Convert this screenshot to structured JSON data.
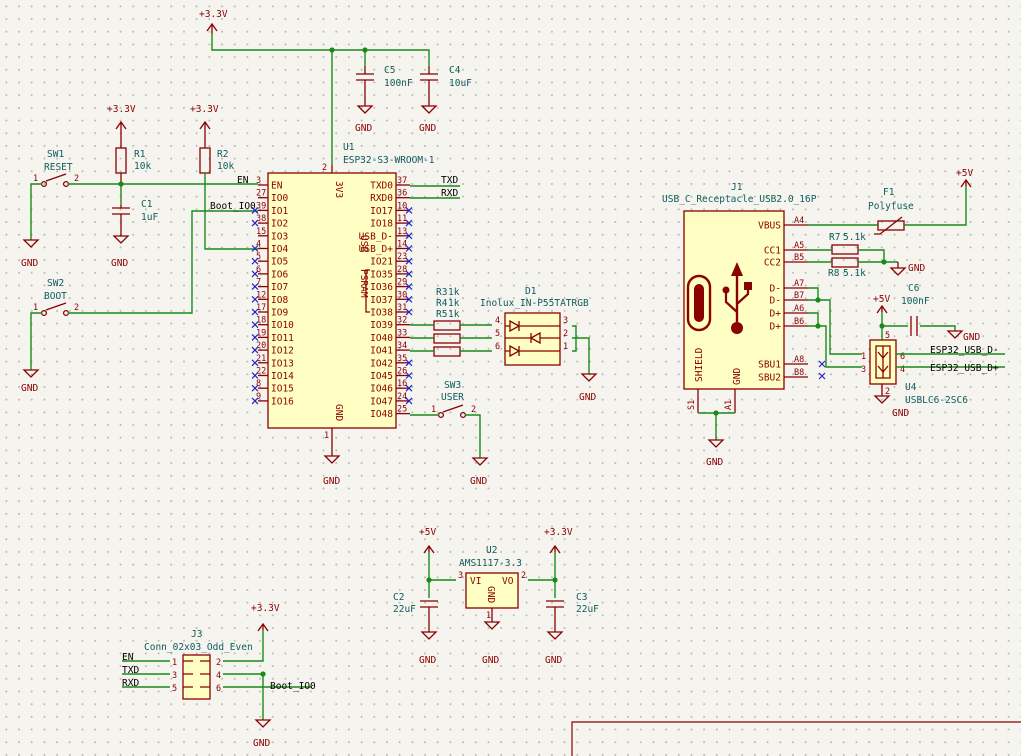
{
  "power": {
    "p33v": "+3.3V",
    "p5v": "+5V",
    "gnd": "GND"
  },
  "u1": {
    "ref": "U1",
    "value": "ESP32-S3-WROOM-1",
    "left_pins": [
      {
        "name": "EN",
        "num": "3"
      },
      {
        "name": "IO0",
        "num": "27"
      },
      {
        "name": "IO1",
        "num": "39"
      },
      {
        "name": "IO2",
        "num": "38"
      },
      {
        "name": "IO3",
        "num": "15"
      },
      {
        "name": "IO4",
        "num": "4"
      },
      {
        "name": "IO5",
        "num": "5"
      },
      {
        "name": "IO6",
        "num": "6"
      },
      {
        "name": "IO7",
        "num": "7"
      },
      {
        "name": "IO8",
        "num": "12"
      },
      {
        "name": "IO9",
        "num": "17"
      },
      {
        "name": "IO10",
        "num": "18"
      },
      {
        "name": "IO11",
        "num": "19"
      },
      {
        "name": "IO12",
        "num": "20"
      },
      {
        "name": "IO13",
        "num": "21"
      },
      {
        "name": "IO14",
        "num": "22"
      },
      {
        "name": "IO15",
        "num": "8"
      },
      {
        "name": "IO16",
        "num": "9"
      }
    ],
    "right_pins": [
      {
        "name": "TXD0",
        "num": "37"
      },
      {
        "name": "RXD0",
        "num": "36"
      },
      {
        "name": "IO17",
        "num": "10"
      },
      {
        "name": "IO18",
        "num": "11"
      },
      {
        "name": "USB_D-",
        "num": "13"
      },
      {
        "name": "USB_D+",
        "num": "14"
      },
      {
        "name": "IO21",
        "num": "23"
      },
      {
        "name": "IO35",
        "num": "28"
      },
      {
        "name": "IO36",
        "num": "29"
      },
      {
        "name": "IO37",
        "num": "30"
      },
      {
        "name": "IO38",
        "num": "31"
      },
      {
        "name": "IO39",
        "num": "32"
      },
      {
        "name": "IO40",
        "num": "33"
      },
      {
        "name": "IO41",
        "num": "34"
      },
      {
        "name": "IO42",
        "num": "35"
      },
      {
        "name": "IO45",
        "num": "26"
      },
      {
        "name": "IO46",
        "num": "16"
      },
      {
        "name": "IO47",
        "num": "24"
      },
      {
        "name": "IO48",
        "num": "25"
      }
    ],
    "top_pin": {
      "name": "3V3",
      "num": "2"
    },
    "bottom_pin": {
      "name": "GND",
      "num": "1"
    },
    "psram": "PSRAM",
    "usb_side": "USB"
  },
  "net_labels": {
    "en": "EN",
    "boot_io0": "Boot_IO0",
    "txd": "TXD",
    "rxd": "RXD",
    "esp_usb_dm": "ESP32_USB_D-",
    "esp_usb_dp": "ESP32_USB_D+"
  },
  "sw1": {
    "ref": "SW1",
    "value": "RESET",
    "p1": "1",
    "p2": "2"
  },
  "sw2": {
    "ref": "SW2",
    "value": "BOOT",
    "p1": "1",
    "p2": "2"
  },
  "sw3": {
    "ref": "SW3",
    "value": "USER",
    "p1": "1",
    "p2": "2"
  },
  "r1": {
    "ref": "R1",
    "value": "10k"
  },
  "r2": {
    "ref": "R2",
    "value": "10k"
  },
  "c1": {
    "ref": "C1",
    "value": "1uF"
  },
  "c5": {
    "ref": "C5",
    "value": "100nF"
  },
  "c4": {
    "ref": "C4",
    "value": "10uF"
  },
  "r3": {
    "ref": "R3",
    "value": "1k"
  },
  "r4": {
    "ref": "R4",
    "value": "1k"
  },
  "r5": {
    "ref": "R5",
    "value": "1k"
  },
  "d1": {
    "ref": "D1",
    "value": "Inolux_IN-P55TATRGB",
    "pins": [
      "4",
      "5",
      "6",
      "3",
      "2",
      "1"
    ]
  },
  "j1": {
    "ref": "J1",
    "value": "USB_C_Receptacle_USB2.0_16P",
    "pins": [
      {
        "name": "VBUS",
        "num": "A4"
      },
      {
        "name": "CC1",
        "num": "A5"
      },
      {
        "name": "CC2",
        "num": "B5"
      },
      {
        "name": "D-",
        "num": "A7"
      },
      {
        "name": "D-",
        "num": "B7"
      },
      {
        "name": "D+",
        "num": "A6"
      },
      {
        "name": "D+",
        "num": "B6"
      },
      {
        "name": "SBU1",
        "num": "A8"
      },
      {
        "name": "SBU2",
        "num": "B8"
      }
    ],
    "shield": "SHIELD",
    "gnd": "GND",
    "s1": "S1",
    "a1": "A1"
  },
  "f1": {
    "ref": "F1",
    "value": "Polyfuse"
  },
  "r7": {
    "ref": "R7",
    "value": "5.1k"
  },
  "r8": {
    "ref": "R8",
    "value": "5.1k"
  },
  "c6": {
    "ref": "C6",
    "value": "100nF"
  },
  "u4": {
    "ref": "U4",
    "value": "USBLC6-2SC6",
    "pins": [
      "1",
      "3",
      "6",
      "4",
      "5",
      "2"
    ]
  },
  "u2": {
    "ref": "U2",
    "value": "AMS1117-3.3",
    "vi": "VI",
    "vo": "VO",
    "gnd": "GND",
    "pin_in": "3",
    "pin_out": "2",
    "pin_gnd": "1"
  },
  "c2": {
    "ref": "C2",
    "value": "22uF"
  },
  "c3": {
    "ref": "C3",
    "value": "22uF"
  },
  "j3": {
    "ref": "J3",
    "value": "Conn_02x03_Odd_Even",
    "pins": [
      "1",
      "2",
      "3",
      "4",
      "5",
      "6"
    ]
  }
}
